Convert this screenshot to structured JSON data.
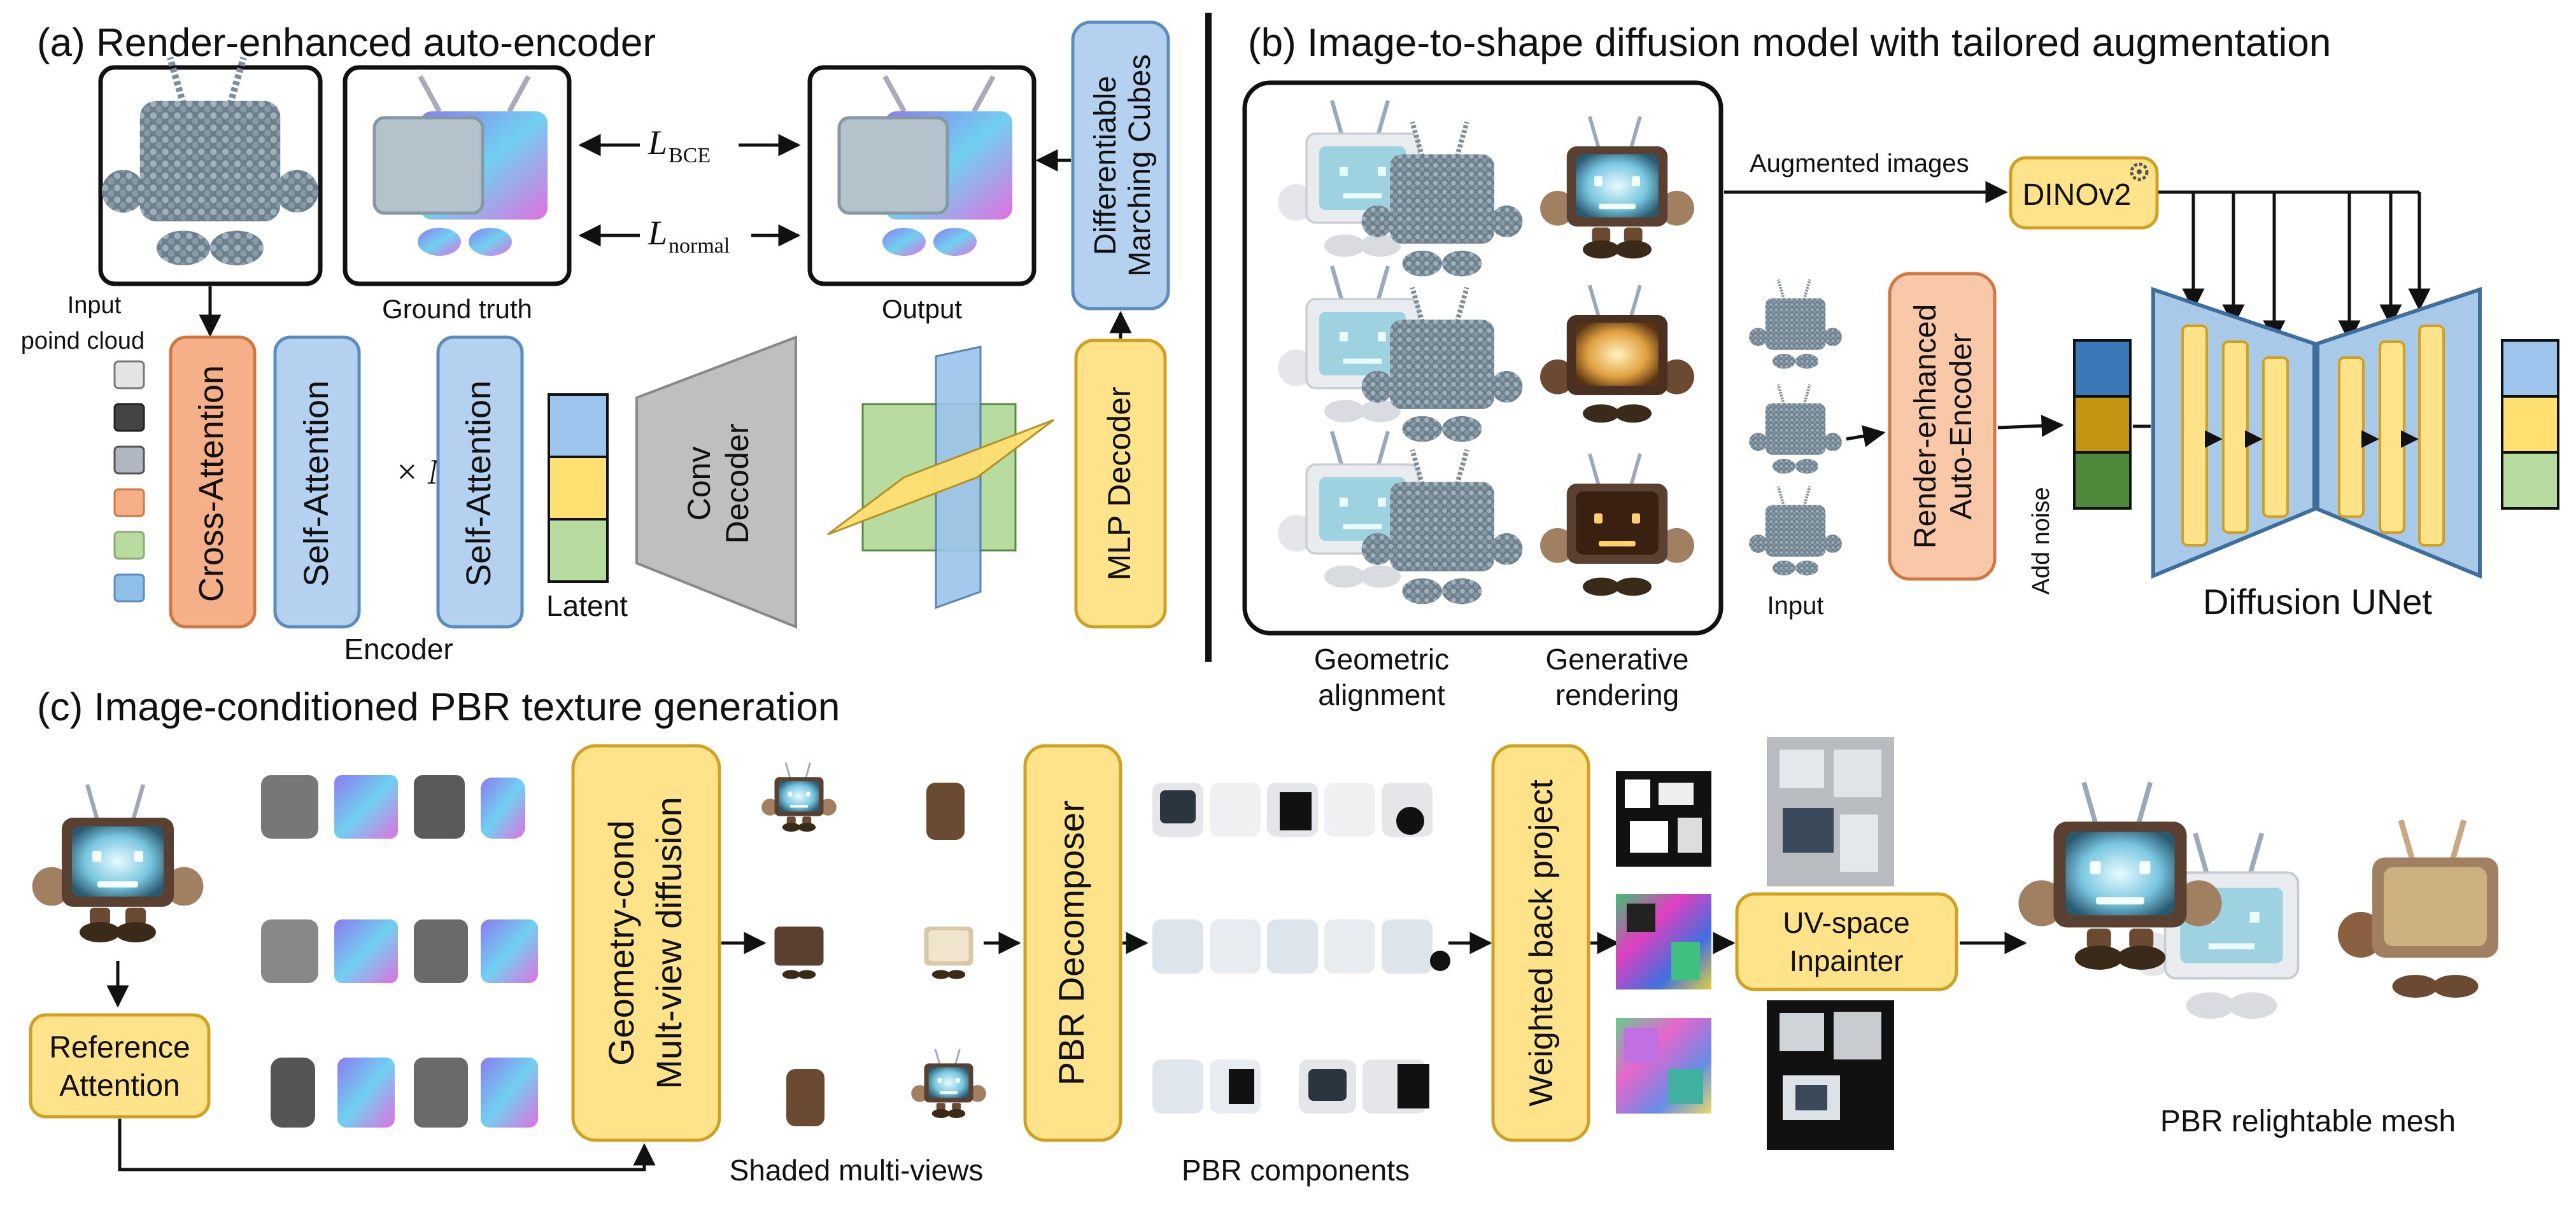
{
  "sections": {
    "a": {
      "title": "(a) Render-enhanced auto-encoder"
    },
    "b": {
      "title": "(b) Image-to-shape diffusion model with tailored augmentation"
    },
    "c": {
      "title": "(c) Image-conditioned PBR texture generation"
    }
  },
  "labels": {
    "input_point_cloud_1": "Input",
    "input_point_cloud_2": "poind cloud",
    "ground_truth": "Ground truth",
    "output": "Output",
    "loss_bce_main": "L",
    "loss_bce_sub": "BCE",
    "loss_normal_main": "L",
    "loss_normal_sub": "normal",
    "times_n": "× N",
    "encoder": "Encoder",
    "latent": "Latent",
    "augmented_images": "Augmented images",
    "input_b": "Input",
    "add_noise": "Add noise",
    "diffusion_unet": "Diffusion UNet",
    "geometric_alignment_1": "Geometric",
    "geometric_alignment_2": "alignment",
    "generative_rendering_1": "Generative",
    "generative_rendering_2": "rendering",
    "shaded_multiviews": "Shaded multi-views",
    "pbr_components": "PBR components",
    "pbr_relightable_mesh": "PBR relightable mesh"
  },
  "blocks": {
    "cross_attention": "Cross-Attention",
    "self_attention_1": "Self-Attention",
    "self_attention_2": "Self-Attention",
    "conv_decoder_1": "Conv",
    "conv_decoder_2": "Decoder",
    "mlp_decoder": "MLP Decoder",
    "marching_cubes_1": "Differentiable",
    "marching_cubes_2": "Marching Cubes",
    "dinov2": "DINOv2",
    "render_ae_1": "Render-enhanced",
    "render_ae_2": "Auto-Encoder",
    "reference_attention_1": "Reference",
    "reference_attention_2": "Attention",
    "geometry_cond_1": "Geometry-cond",
    "geometry_cond_2": "Mult-view diffusion",
    "pbr_decomposer": "PBR Decomposer",
    "weighted_back_project": "Weighted back project",
    "uv_inpainter_1": "UV-space",
    "uv_inpainter_2": "Inpainter"
  },
  "colors": {
    "orange_fill": "#f5b08a",
    "orange_stroke": "#d07840",
    "blue_fill": "#b4d2f0",
    "blue_stroke": "#5a8cc0",
    "yellow_fill": "#ffe38a",
    "yellow_stroke": "#d0a020",
    "green_fill": "#b8dca0",
    "gray_fill": "#bfbfbf",
    "unet_fill": "#a9c9e8",
    "unet_stroke": "#3e6f9c"
  }
}
